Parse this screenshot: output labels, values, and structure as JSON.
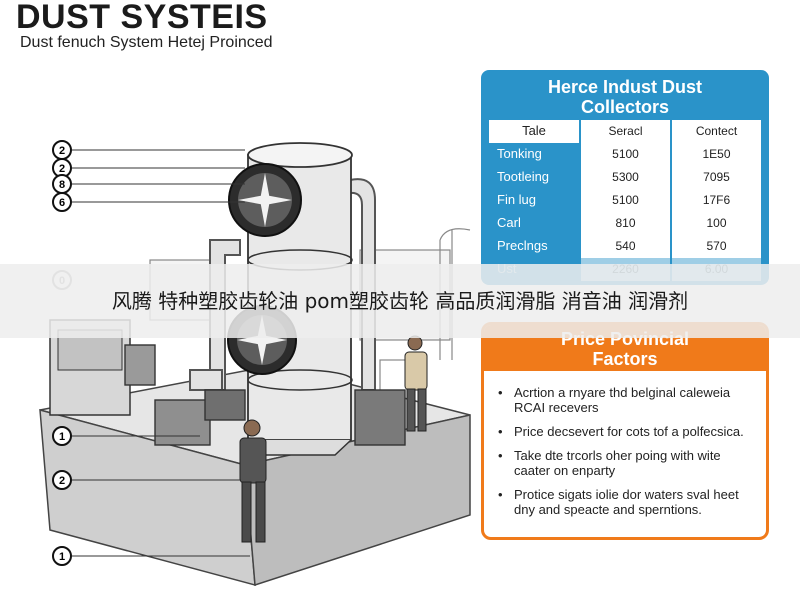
{
  "header": {
    "title": "DUST SYSTEIS",
    "subtitle": "Dust fenuch System Hetej Proinced"
  },
  "diagram": {
    "markers": [
      "2",
      "2",
      "8",
      "6",
      "0",
      "1",
      "2",
      "1"
    ]
  },
  "table_panel": {
    "title_line1": "Herce Indust Dust",
    "title_line2": "Collectors",
    "header": [
      "Tale",
      "Seracl",
      "Contect"
    ],
    "rows": [
      [
        "Tonking",
        "5100",
        "1E50"
      ],
      [
        "Tootleing",
        "5300",
        "7095"
      ],
      [
        "Fin lug",
        "5100",
        "17F6"
      ],
      [
        "Carl",
        "810",
        "100"
      ],
      [
        "Preclngs",
        "540",
        "570"
      ],
      [
        "Ust",
        "2260",
        "6.00"
      ]
    ]
  },
  "factor_panel": {
    "title_line1": "Price Povincial",
    "title_line2": "Factors",
    "items": [
      "Acrtion a rnyare thd belginal caleweia RCAI recevers",
      "Price decsevert for cots tof a polfecsica.",
      "Take dte trcorls oher poing with wite caater on enparty",
      "Protice sigats iolie dor waters sval heet dny and speacte and sperntions."
    ]
  },
  "banner": {
    "text": "风腾 特种塑胶齿轮油 pom塑胶齿轮 高品质润滑脂 消音油 润滑剂"
  },
  "colors": {
    "table_blue": "#2a93c9",
    "factor_orange": "#f07a1a"
  }
}
